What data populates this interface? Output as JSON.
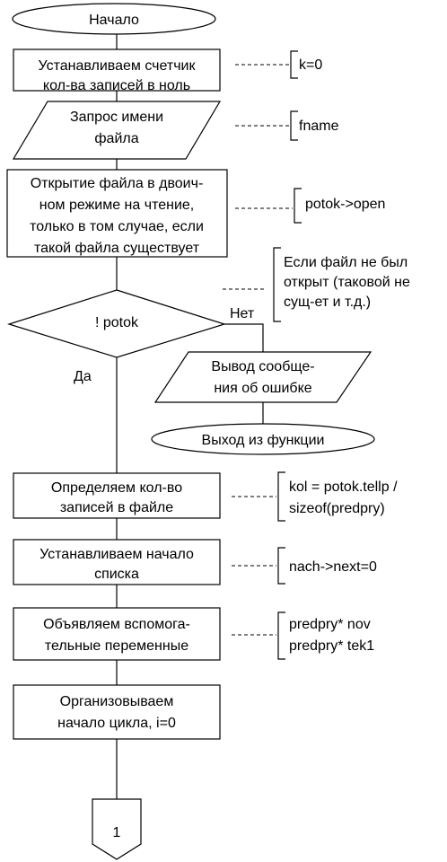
{
  "nodes": {
    "start": "Начало",
    "counter": [
      "Устанавливаем счетчик",
      "кол-ва записей в ноль"
    ],
    "ask_name": [
      "Запрос имени",
      "файла"
    ],
    "open_file": [
      "Открытие файла в двоич-",
      "ном режиме на чтение,",
      "только в том случае, если",
      "такой файла существует"
    ],
    "decision": "! potok",
    "no_label": "Нет",
    "yes_label": "Да",
    "error_msg": [
      "Вывод сообще-",
      "ния об ошибке"
    ],
    "exit": "Выход из функции",
    "count_records": [
      "Определяем кол-во",
      "записей в файле"
    ],
    "list_start": [
      "Устанавливаем начало",
      "списка"
    ],
    "aux_vars": [
      "Объявляем вспомога-",
      "тельные переменные"
    ],
    "loop_start": [
      "Организовываем",
      "начало цикла, i=0"
    ],
    "connector": "1"
  },
  "comments": {
    "counter": [
      "k=0"
    ],
    "ask_name": [
      "fname"
    ],
    "open_file": [
      "potok->open"
    ],
    "decision": [
      "Если файл не был",
      "открыт (таковой не",
      "сущ-ет  и т.д.)"
    ],
    "count_records": [
      "kol = potok.tellp /",
      "sizeof(predpry)"
    ],
    "list_start": [
      "nach->next=0"
    ],
    "aux_vars": [
      "predpry* nov",
      "predpry* tek1"
    ]
  }
}
